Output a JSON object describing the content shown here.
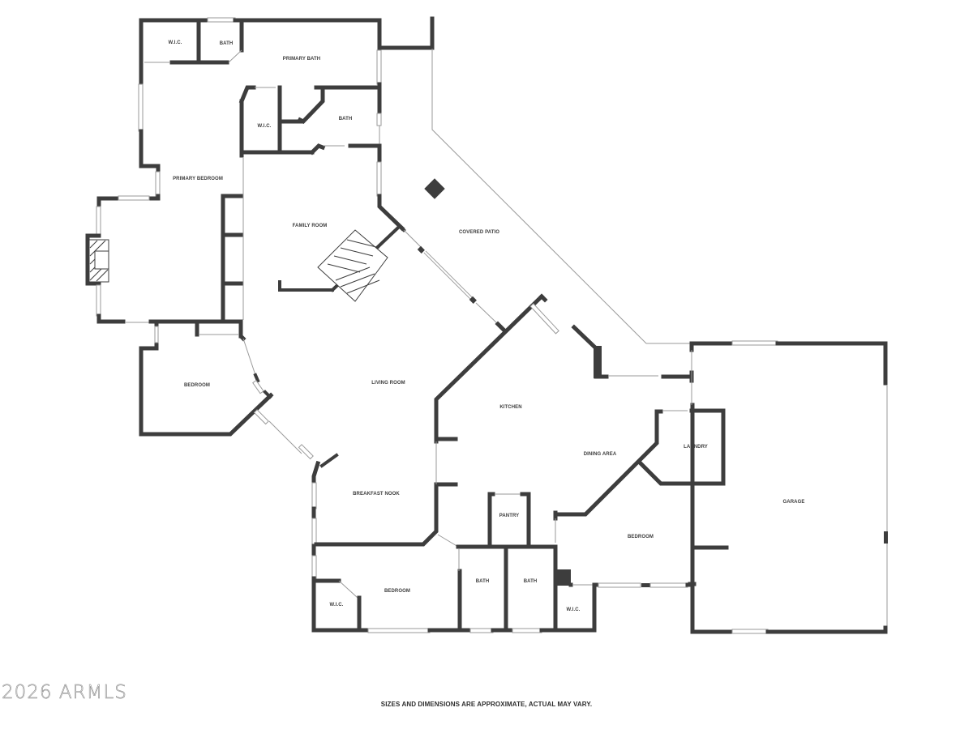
{
  "plan": {
    "colors": {
      "wall": "#3d3d3d",
      "window": "#9a9a9a",
      "background": "#ffffff"
    },
    "rooms": {
      "wic_primary_1": "W.I.C.",
      "bath_primary_small": "BATH",
      "primary_bath": "PRIMARY BATH",
      "wic_primary_2": "W.I.C.",
      "bath_upper": "BATH",
      "primary_bedroom": "PRIMARY BEDROOM",
      "family_room": "FAMILY ROOM",
      "covered_patio": "COVERED PATIO",
      "bedroom_west": "BEDROOM",
      "living_room": "LIVING ROOM",
      "kitchen": "KITCHEN",
      "dining_area": "DINING AREA",
      "laundry": "LAUNDRY",
      "garage": "GARAGE",
      "breakfast_nook": "BREAKFAST NOOK",
      "pantry": "PANTRY",
      "bedroom_east": "BEDROOM",
      "bedroom_south": "BEDROOM",
      "wic_south": "W.I.C.",
      "bath_south_1": "BATH",
      "bath_south_2": "BATH",
      "wic_east": "W.I.C."
    },
    "icons": [
      "fireplace-icon",
      "patio-column-icon",
      "staircase-icon"
    ]
  },
  "footer": {
    "watermark": "2026 ARMLS",
    "disclaimer": "SIZES AND DIMENSIONS ARE APPROXIMATE, ACTUAL MAY VARY."
  }
}
